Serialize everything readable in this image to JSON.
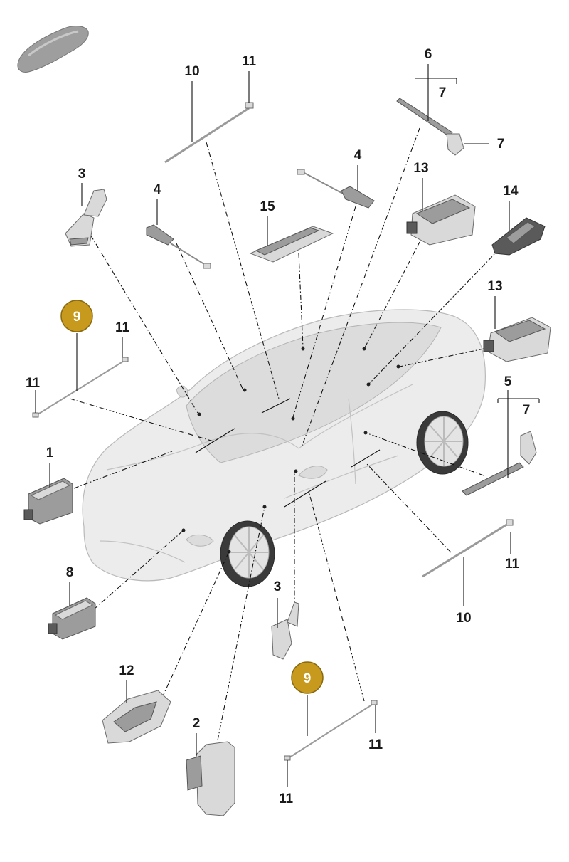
{
  "callouts": {
    "c1": "1",
    "c2": "2",
    "c3a": "3",
    "c3b": "3",
    "c4a": "4",
    "c4b": "4",
    "c5": "5",
    "c6": "6",
    "c7a": "7",
    "c7b": "7",
    "c7c": "7",
    "c8": "8",
    "c9a": "9",
    "c9b": "9",
    "c10a": "10",
    "c10b": "10",
    "c11a": "11",
    "c11b": "11",
    "c11c": "11",
    "c11d": "11",
    "c11e": "11",
    "c11f": "11",
    "c12": "12",
    "c13a": "13",
    "c13b": "13",
    "c14": "14",
    "c15": "15"
  },
  "colors": {
    "badge_fill": "#c79a1e",
    "badge_stroke": "#8a6a10",
    "label_text": "#1a1a1a"
  }
}
